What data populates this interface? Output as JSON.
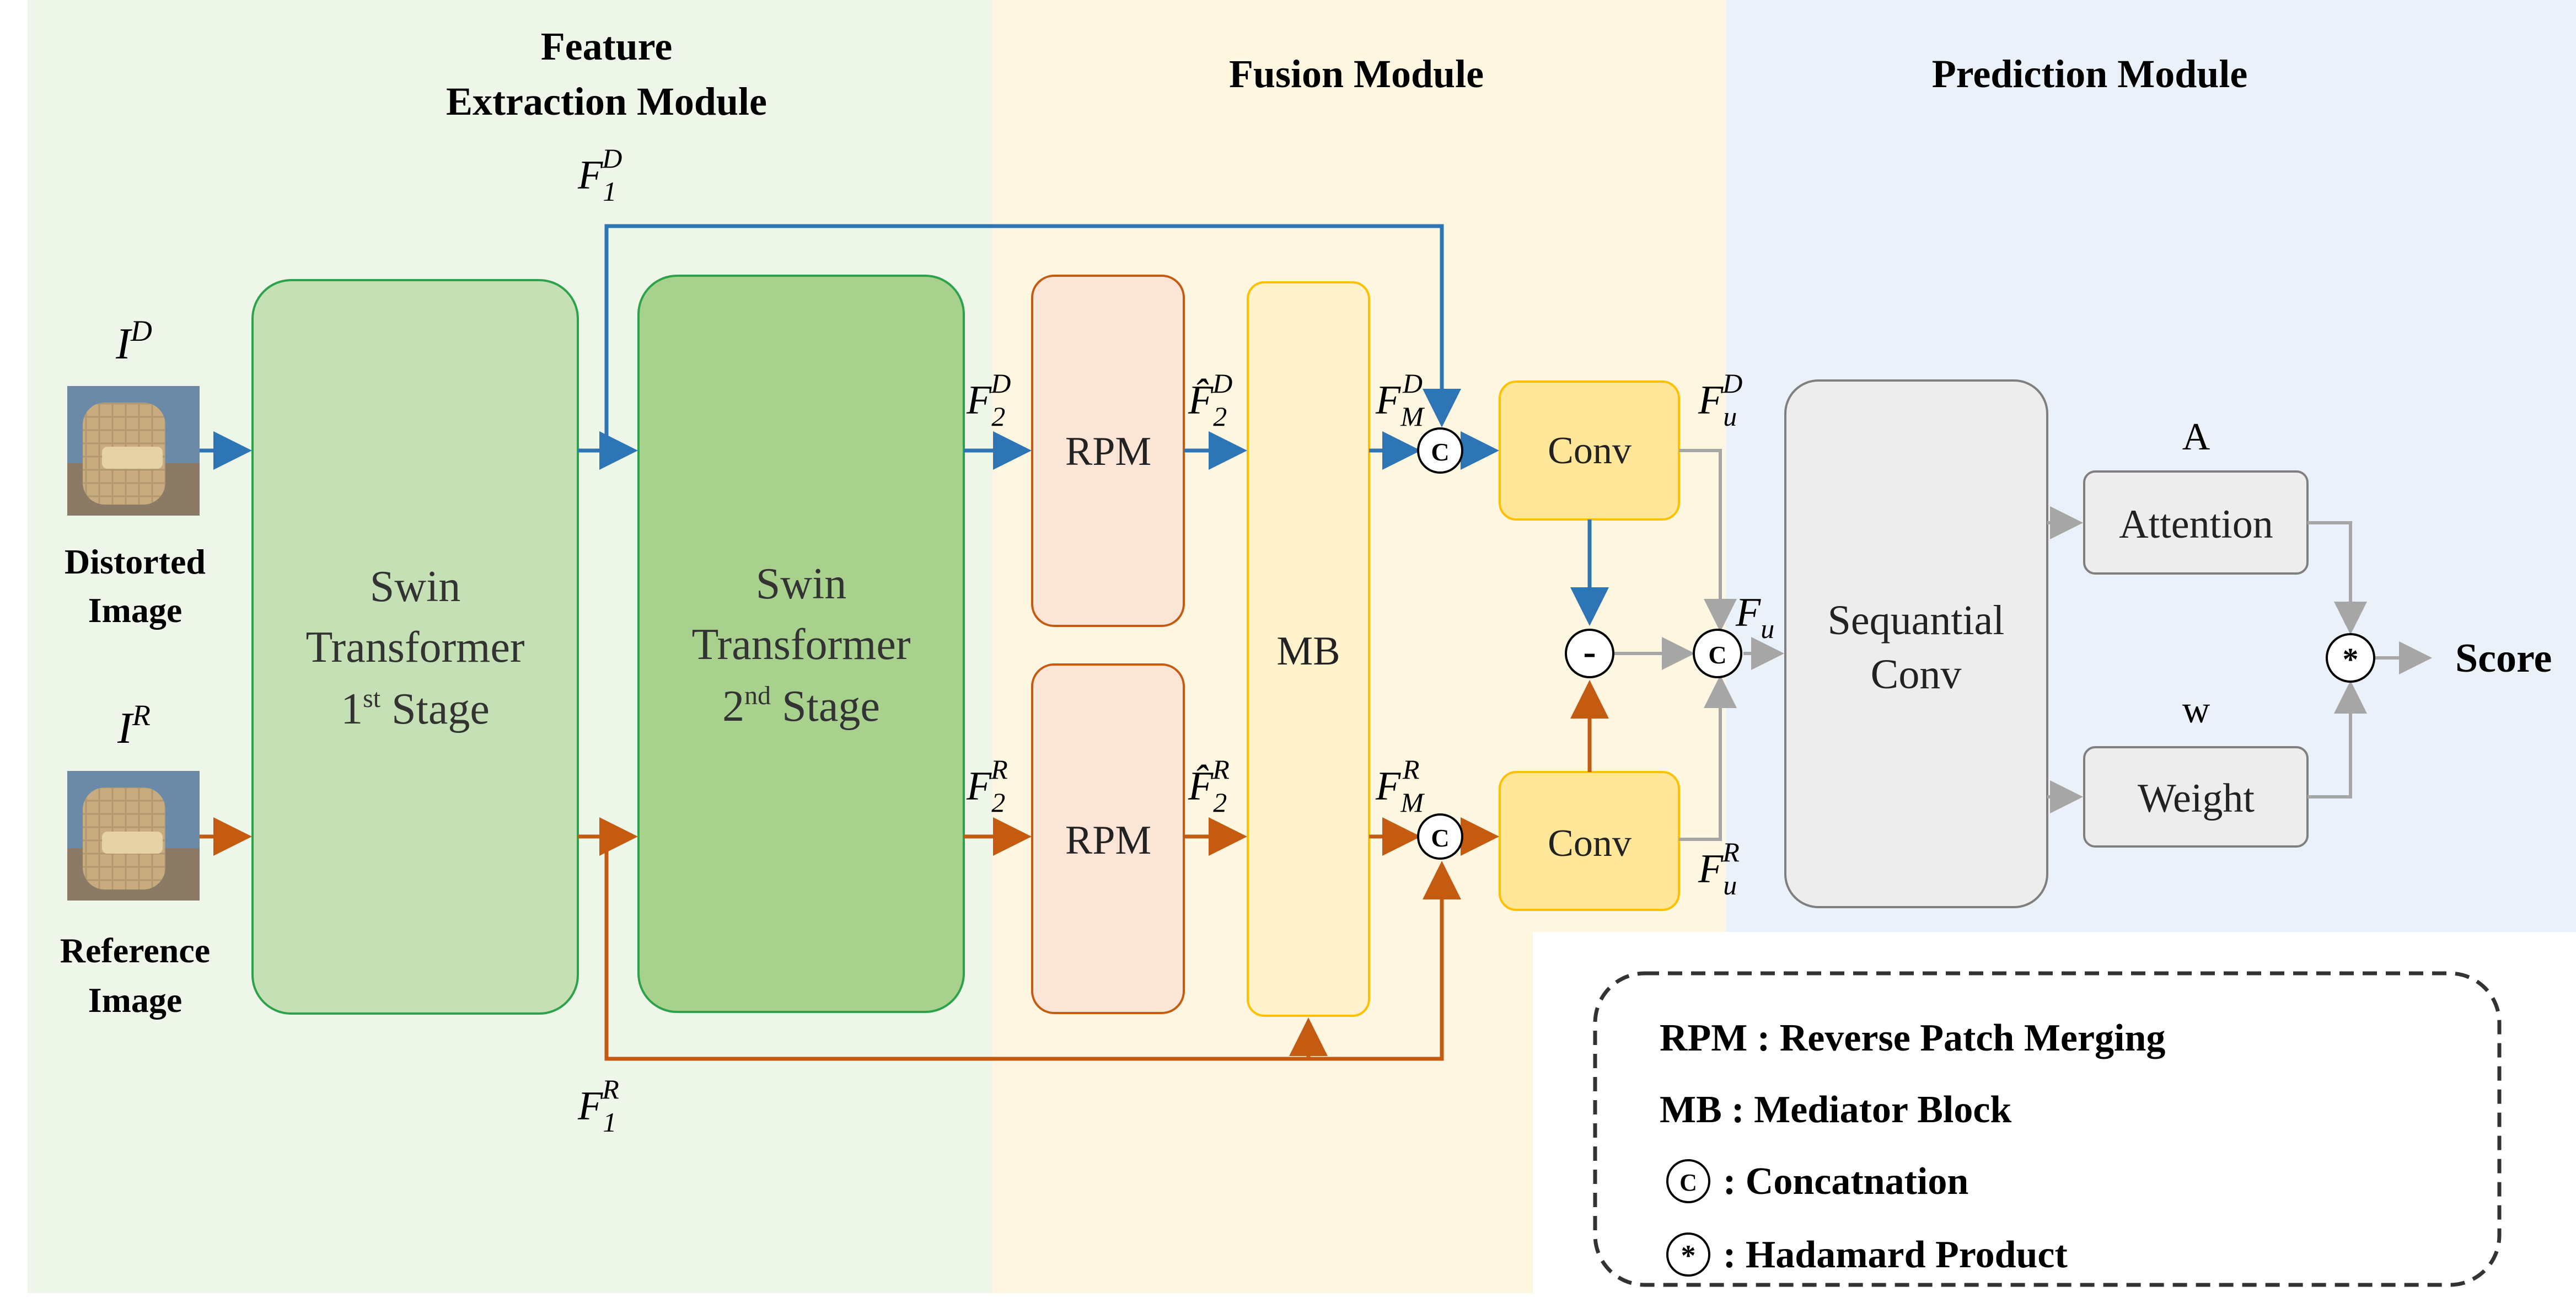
{
  "sections": {
    "feature_extraction": {
      "title_line1": "Feature",
      "title_line2": "Extraction Module"
    },
    "fusion": {
      "title": "Fusion Module"
    },
    "prediction": {
      "title": "Prediction Module"
    }
  },
  "inputs": {
    "distorted": {
      "symbol": "I",
      "sup": "D",
      "label_line1": "Distorted",
      "label_line2": "Image"
    },
    "reference": {
      "symbol": "I",
      "sup": "R",
      "label_line1": "Reference",
      "label_line2": "Image"
    }
  },
  "blocks": {
    "swin1": {
      "line1": "Swin",
      "line2": "Transformer",
      "line3_num": "1",
      "line3_sup": "st",
      "line3_rest": " Stage"
    },
    "swin2": {
      "line1": "Swin",
      "line2": "Transformer",
      "line3_num": "2",
      "line3_sup": "nd",
      "line3_rest": " Stage"
    },
    "rpm_top": "RPM",
    "rpm_bottom": "RPM",
    "mb": "MB",
    "conv_top": "Conv",
    "conv_bottom": "Conv",
    "sequential_conv_line1": "Sequantial",
    "sequential_conv_line2": "Conv",
    "attention": "Attention",
    "weight": "Weight"
  },
  "labels": {
    "f1d": {
      "base": "F",
      "sub": "1",
      "sup": "D"
    },
    "f1r": {
      "base": "F",
      "sub": "1",
      "sup": "R"
    },
    "f2d": {
      "base": "F",
      "sub": "2",
      "sup": "D"
    },
    "f2r": {
      "base": "F",
      "sub": "2",
      "sup": "R"
    },
    "f2d_hat": {
      "base": "F̂",
      "sub": "2",
      "sup": "D"
    },
    "f2r_hat": {
      "base": "F̂",
      "sub": "2",
      "sup": "R"
    },
    "fmd": {
      "base": "F",
      "sub": "M",
      "sup": "D"
    },
    "fmr": {
      "base": "F",
      "sub": "M",
      "sup": "R"
    },
    "fud": {
      "base": "F",
      "sub": "u",
      "sup": "D"
    },
    "fur": {
      "base": "F",
      "sub": "u",
      "sup": "R"
    },
    "fu": {
      "base": "F",
      "sub": "u"
    },
    "a": "A",
    "w": "w",
    "score": "Score"
  },
  "operators": {
    "concat": "C",
    "minus": "-",
    "hadamard": "*"
  },
  "legend": [
    {
      "key": "RPM",
      "sep": " : ",
      "desc": "Reverse Patch Merging"
    },
    {
      "key": "MB",
      "sep": " : ",
      "desc": "Mediator Block"
    },
    {
      "symbol": "C",
      "desc": ": Concatnation"
    },
    {
      "symbol": "*",
      "desc": ": Hadamard Product"
    }
  ],
  "colors": {
    "feature_bg": "#eef5e9",
    "fusion_bg": "#fdf6e0",
    "prediction_bg": "#ebf1f9",
    "distorted_path": "#2e75b6",
    "reference_path": "#c55a11",
    "gray_path": "#a6a6a6",
    "swin1_fill": "#c5e0b4",
    "swin2_fill": "#a9d18e",
    "swin_stroke": "#2ca24a",
    "rpm_fill": "#fbe5d6",
    "rpm_stroke": "#c55a11",
    "mb_fill": "#fff2cc",
    "conv_fill": "#ffe699",
    "yellow_stroke": "#ffc000",
    "gray_fill": "#ededed",
    "gray_stroke": "#7f7f7f"
  }
}
